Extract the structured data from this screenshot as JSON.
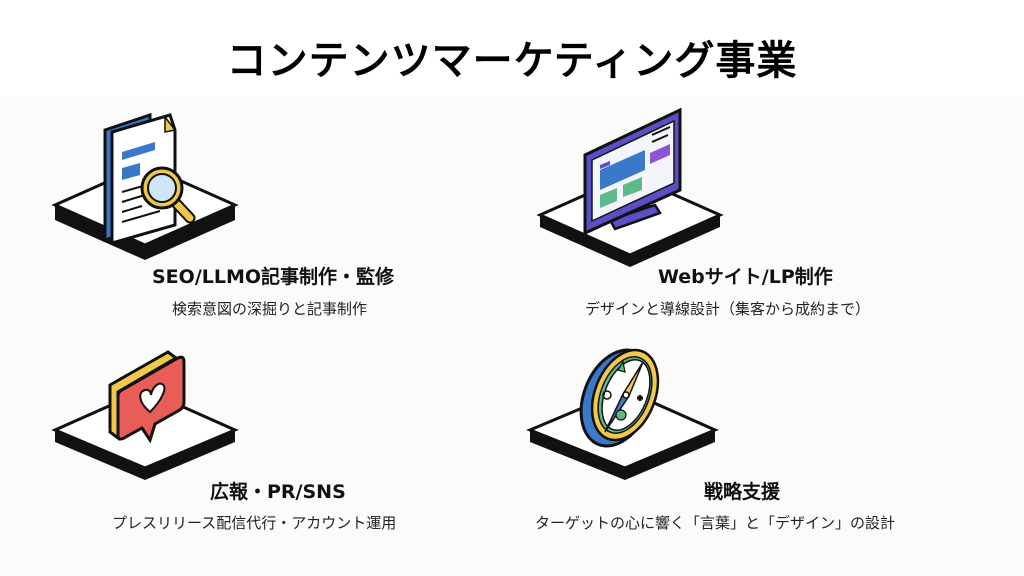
{
  "page": {
    "title": "コンテンツマーケティング事業"
  },
  "colors": {
    "background": "#ffffff",
    "canvas": "#fbfbfa",
    "outline": "#111111",
    "blue": "#3a78c9",
    "light_blue": "#cfe6f7",
    "yellow": "#f2c84b",
    "red": "#e85d57",
    "purple": "#5a4fc4",
    "violet": "#8a55d6",
    "green": "#5bb98a"
  },
  "services": [
    {
      "icon": "document-magnifier-icon",
      "title": "SEO/LLMO記事制作・監修",
      "description": "検索意図の深掘りと記事制作"
    },
    {
      "icon": "monitor-website-icon",
      "title": "Webサイト/LP制作",
      "description": "デザインと導線設計（集客から成約まで）"
    },
    {
      "icon": "heart-speech-bubble-icon",
      "title": "広報・PR/SNS",
      "description": "プレスリリース配信代行・アカウント運用"
    },
    {
      "icon": "compass-icon",
      "title": "戦略支援",
      "description": "ターゲットの心に響く「言葉」と「デザイン」の設計"
    }
  ]
}
